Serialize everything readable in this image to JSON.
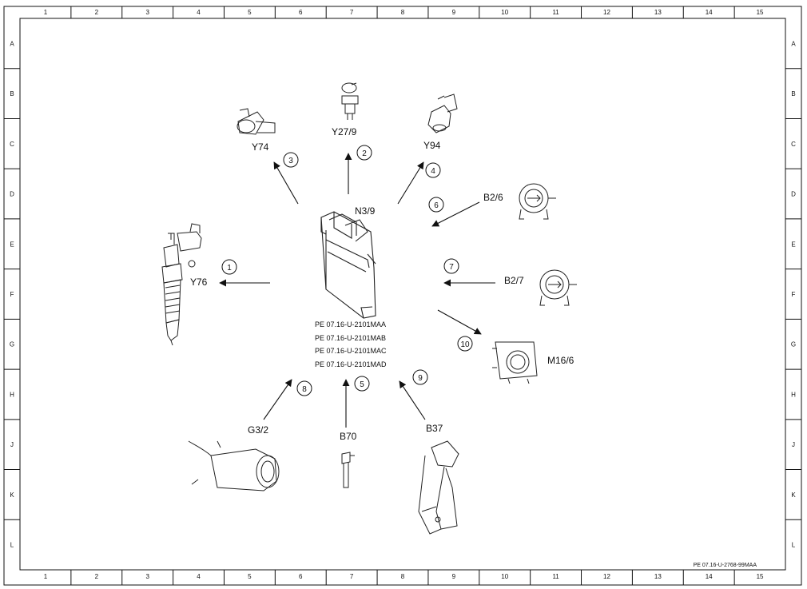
{
  "frame": {
    "columns": [
      "1",
      "2",
      "3",
      "4",
      "5",
      "6",
      "7",
      "8",
      "9",
      "10",
      "11",
      "12",
      "13",
      "14",
      "15"
    ],
    "rows": [
      "A",
      "B",
      "C",
      "D",
      "E",
      "F",
      "G",
      "H",
      "J",
      "K",
      "L"
    ]
  },
  "center": {
    "label": "N3/9",
    "refs": [
      "PE 07.16-U-2101MAA",
      "PE 07.16-U-2101MAB",
      "PE 07.16-U-2101MAC",
      "PE 07.16-U-2101MAD"
    ]
  },
  "components": [
    {
      "num": "1",
      "label": "Y76"
    },
    {
      "num": "2",
      "label": "Y27/9"
    },
    {
      "num": "3",
      "label": "Y74"
    },
    {
      "num": "4",
      "label": "Y94"
    },
    {
      "num": "5",
      "label": "B70"
    },
    {
      "num": "6",
      "label": "B2/6"
    },
    {
      "num": "7",
      "label": "B2/7"
    },
    {
      "num": "8",
      "label": "G3/2"
    },
    {
      "num": "9",
      "label": "B37"
    },
    {
      "num": "10",
      "label": "M16/6"
    }
  ],
  "footer_ref": "PE 07.16-U-2768-99MAA"
}
